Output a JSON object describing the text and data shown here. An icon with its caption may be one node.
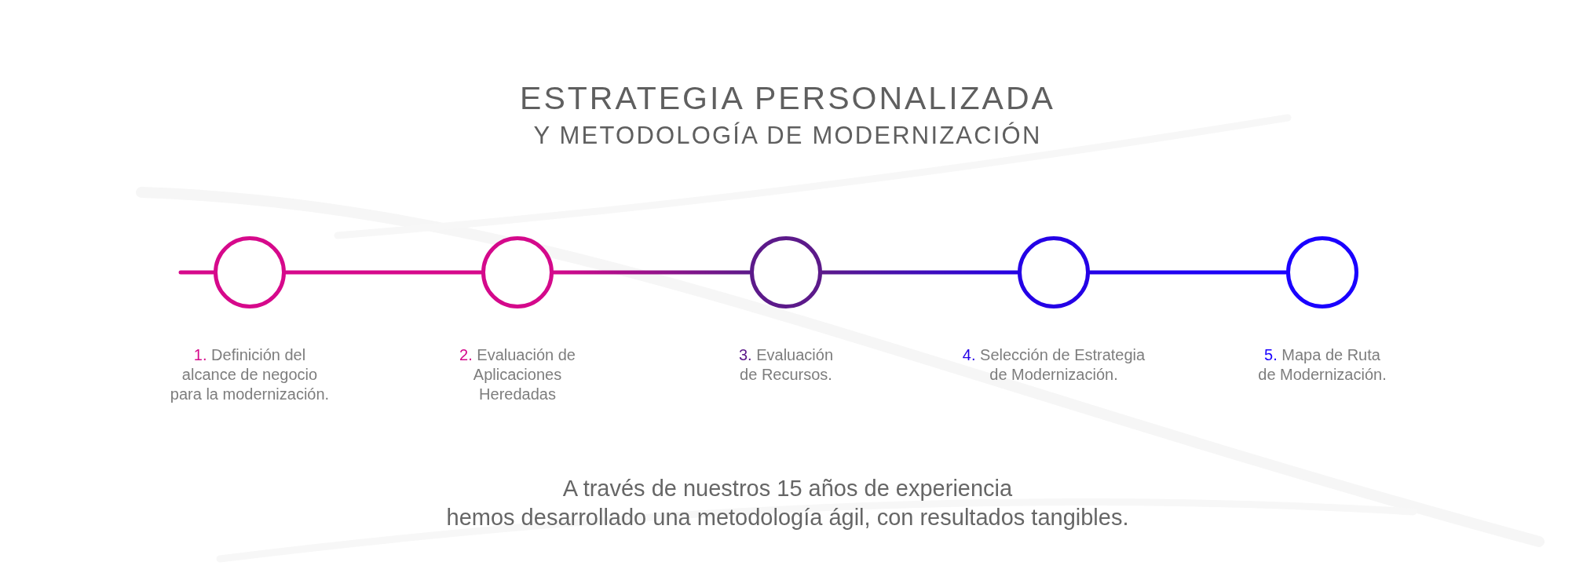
{
  "diagram": {
    "title": "ESTRATEGIA PERSONALIZADA",
    "caption": "A través de nuestros 15 años de experiencia hemos desarrollado una metodología ágil, con resultados tangibles.",
    "nodes": [
      {
        "text": [
          "1. Definición del alcance de negocio para la modernización."
        ]
      },
      {
        "text": [
          "2. Evaluación de Aplicaciones Heredadas"
        ]
      },
      {
        "text": [
          "3. Evaluación de Recursos."
        ]
      },
      {
        "text": [
          "4. Selección de Estrategia de Modernización."
        ]
      },
      {
        "text": [
          "5. Mapa de Ruta de Modernización."
        ]
      }
    ],
    "edges": [
      {
        "from": null,
        "to": 0,
        "arrow": "none",
        "color": "#d6098b"
      },
      {
        "from": 0,
        "to": 1,
        "arrow": "none",
        "color": "#d6098b"
      },
      {
        "from": 1,
        "to": 2,
        "arrow": "none",
        "color": "#5c1a8a"
      },
      {
        "from": 2,
        "to": 3,
        "arrow": "none",
        "color": "#2400e6"
      },
      {
        "from": 3,
        "to": 4,
        "arrow": "none",
        "color": "#1a00ff"
      }
    ],
    "labels": [
      "Y METODOLOGÍA DE MODERNIZACIÓN"
    ]
  }
}
